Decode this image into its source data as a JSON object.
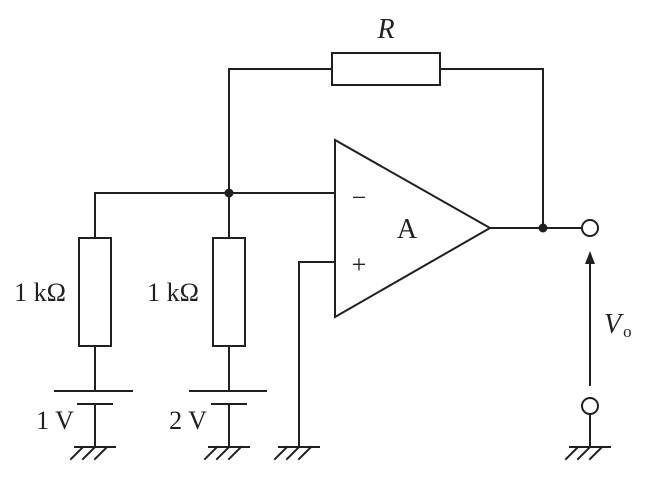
{
  "labels": {
    "feedback_resistor": "R",
    "left_resistor": "1 kΩ",
    "middle_resistor": "1 kΩ",
    "left_source": "1 V",
    "middle_source": "2 V",
    "amplifier": "A",
    "inverting_input": "−",
    "noninverting_input": "+",
    "output_voltage_symbol": "V",
    "output_voltage_subscript": "o"
  }
}
